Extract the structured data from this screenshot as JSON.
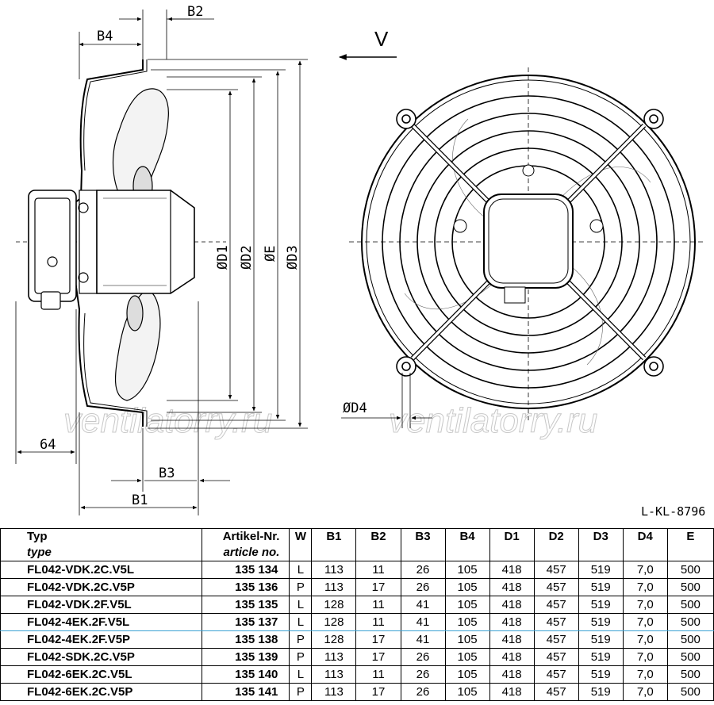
{
  "drawing": {
    "labels": {
      "b2": "B2",
      "b4": "B4",
      "v": "V",
      "d1": "ØD1",
      "d2": "ØD2",
      "e": "ØE",
      "d3": "ØD3",
      "d4": "ØD4",
      "dim64": "64",
      "b3": "B3",
      "b1": "B1",
      "drawing_no": "L-KL-8796"
    },
    "watermark": "ventilatorry.ru"
  },
  "table": {
    "headers": [
      {
        "main": "Typ",
        "sub": "type"
      },
      {
        "main": "Artikel-Nr.",
        "sub": "article no."
      },
      {
        "main": "W",
        "sub": ""
      },
      {
        "main": "B1",
        "sub": ""
      },
      {
        "main": "B2",
        "sub": ""
      },
      {
        "main": "B3",
        "sub": ""
      },
      {
        "main": "B4",
        "sub": ""
      },
      {
        "main": "D1",
        "sub": ""
      },
      {
        "main": "D2",
        "sub": ""
      },
      {
        "main": "D3",
        "sub": ""
      },
      {
        "main": "D4",
        "sub": ""
      },
      {
        "main": "E",
        "sub": ""
      }
    ],
    "rows": [
      [
        "FL042-VDK.2C.V5L",
        "135 134",
        "L",
        "113",
        "11",
        "26",
        "105",
        "418",
        "457",
        "519",
        "7,0",
        "500"
      ],
      [
        "FL042-VDK.2C.V5P",
        "135 136",
        "P",
        "113",
        "17",
        "26",
        "105",
        "418",
        "457",
        "519",
        "7,0",
        "500"
      ],
      [
        "FL042-VDK.2F.V5L",
        "135 135",
        "L",
        "128",
        "11",
        "41",
        "105",
        "418",
        "457",
        "519",
        "7,0",
        "500"
      ],
      [
        "FL042-4EK.2F.V5L",
        "135 137",
        "L",
        "128",
        "11",
        "41",
        "105",
        "418",
        "457",
        "519",
        "7,0",
        "500"
      ],
      [
        "FL042-4EK.2F.V5P",
        "135 138",
        "P",
        "128",
        "17",
        "41",
        "105",
        "418",
        "457",
        "519",
        "7,0",
        "500"
      ],
      [
        "FL042-SDK.2C.V5P",
        "135 139",
        "P",
        "113",
        "17",
        "26",
        "105",
        "418",
        "457",
        "519",
        "7,0",
        "500"
      ],
      [
        "FL042-6EK.2C.V5L",
        "135 140",
        "L",
        "113",
        "11",
        "26",
        "105",
        "418",
        "457",
        "519",
        "7,0",
        "500"
      ],
      [
        "FL042-6EK.2C.V5P",
        "135 141",
        "P",
        "113",
        "17",
        "26",
        "105",
        "418",
        "457",
        "519",
        "7,0",
        "500"
      ]
    ],
    "highlighted_row": 3,
    "highlight_color": "#3aa1d3"
  }
}
